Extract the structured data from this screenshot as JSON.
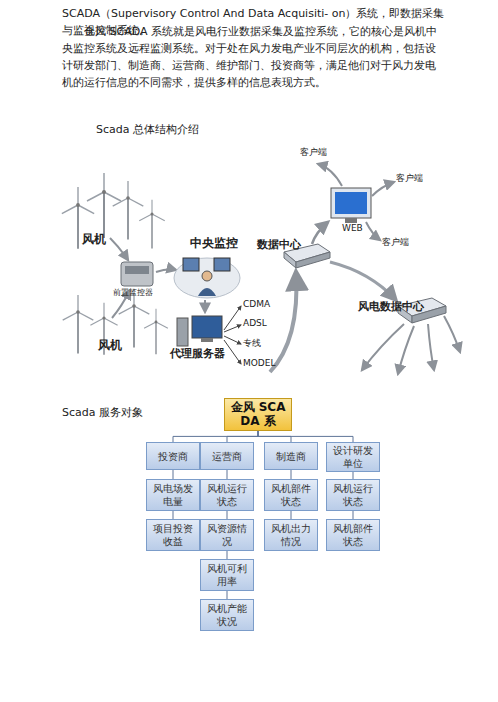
{
  "diagram": {
    "nodes": [
      {
        "text": [
          "金风 SCADA 系"
        ]
      },
      {
        "text": [
          "投资商"
        ]
      },
      {
        "text": [
          "运营商"
        ]
      },
      {
        "text": [
          "制造商"
        ]
      },
      {
        "text": [
          "设计研发单位"
        ]
      },
      {
        "text": [
          "风电场发电量"
        ]
      },
      {
        "text": [
          "项目投资收益"
        ]
      },
      {
        "text": [
          "风机运行状态"
        ]
      },
      {
        "text": [
          "风资源情况"
        ]
      },
      {
        "text": [
          "风机可利用率"
        ]
      },
      {
        "text": [
          "风机产能状况"
        ]
      },
      {
        "text": [
          "风机部件状态"
        ]
      },
      {
        "text": [
          "风机出力情况"
        ]
      },
      {
        "text": [
          "风机运行状态"
        ]
      },
      {
        "text": [
          "风机部件状态"
        ]
      }
    ],
    "edges": [
      {
        "from": 0,
        "to": 1,
        "arrow": "none"
      },
      {
        "from": 0,
        "to": 2,
        "arrow": "none"
      },
      {
        "from": 0,
        "to": 3,
        "arrow": "none"
      },
      {
        "from": 0,
        "to": 4,
        "arrow": "none"
      },
      {
        "from": 1,
        "to": 5,
        "arrow": "none"
      },
      {
        "from": 5,
        "to": 6,
        "arrow": "none"
      },
      {
        "from": 2,
        "to": 7,
        "arrow": "none"
      },
      {
        "from": 7,
        "to": 8,
        "arrow": "none"
      },
      {
        "from": 8,
        "to": 9,
        "arrow": "none"
      },
      {
        "from": 9,
        "to": 10,
        "arrow": "none"
      },
      {
        "from": 3,
        "to": 11,
        "arrow": "none"
      },
      {
        "from": 11,
        "to": 12,
        "arrow": "none"
      },
      {
        "from": 4,
        "to": 13,
        "arrow": "none"
      },
      {
        "from": 13,
        "to": 14,
        "arrow": "none"
      }
    ],
    "labels": [
      "SCADA（Supervisory Control And Data Acquisiti- on）系统，即数据采集与监视控制系统。",
      "金风 SCADA 系统就是风电行业数据采集及监控系统，它的核心是风机中央监控系统及远程监测系统。对于处在风力发电产业不同层次的机构，包括设计研发部门、制造商、运营商、维护部门、投资商等，满足他们对于风力发电机的运行信息的不同需求，提供多样的信息表现方式。",
      "Scada 总体结构介绍",
      "客户端",
      "客户端",
      "风机",
      "中央监控",
      "数据中心",
      "WEB",
      "客户端",
      "前置监控器",
      "CDMA",
      "风电数据中心",
      "ADSL",
      "风机",
      "代理服务器",
      "专线",
      "MODEL",
      "Scada 服务对象"
    ]
  }
}
